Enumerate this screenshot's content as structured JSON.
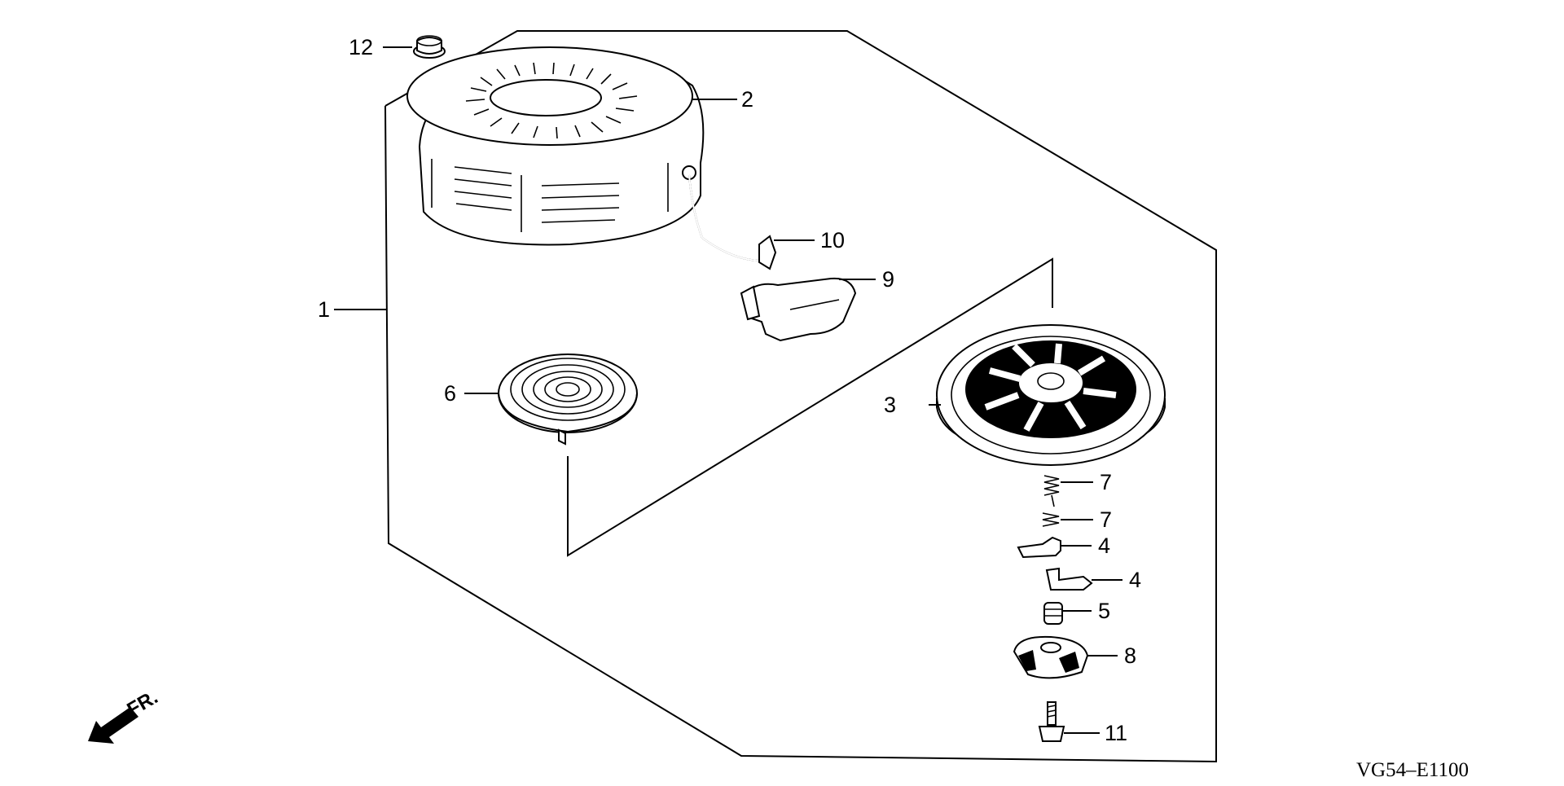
{
  "diagram": {
    "part_labels": {
      "p1": "1",
      "p2": "2",
      "p3": "3",
      "p4a": "4",
      "p4b": "4",
      "p5": "5",
      "p6": "6",
      "p7a": "7",
      "p7b": "7",
      "p8": "8",
      "p9": "9",
      "p10": "10",
      "p11": "11",
      "p12": "12"
    },
    "direction_label": "FR.",
    "diagram_code": "VG54–E1100"
  }
}
